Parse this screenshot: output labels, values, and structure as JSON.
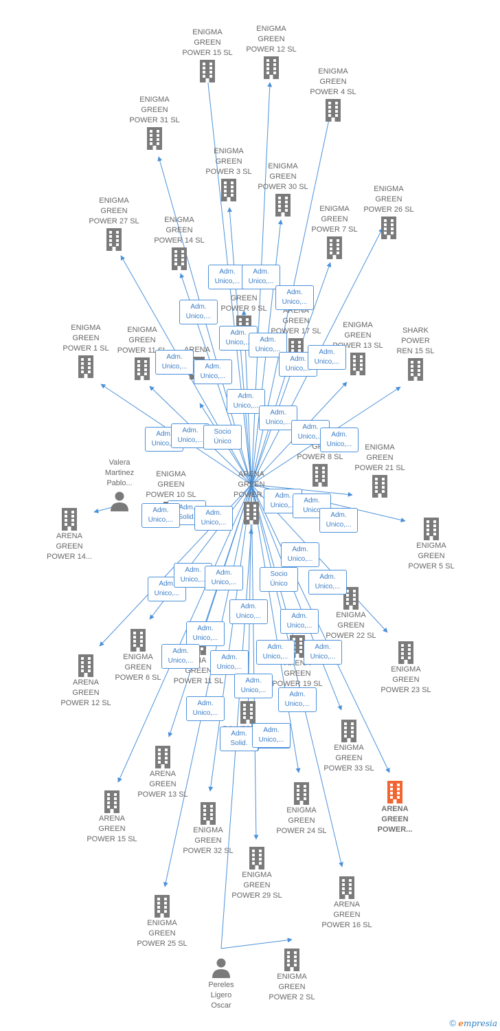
{
  "colors": {
    "edge": "#4a90d9",
    "building": "#7a7a7a",
    "building_highlight": "#f26531",
    "person": "#7a7a7a",
    "label": "#666666",
    "role_text": "#3a7cc6"
  },
  "nodes": [
    {
      "id": "ep15",
      "label": "ENIGMA\nGREEN\nPOWER 15  SL",
      "icon": "building-icon"
    },
    {
      "id": "ep12",
      "label": "ENIGMA\nGREEN\nPOWER 12  SL",
      "icon": "building-icon"
    },
    {
      "id": "ep4",
      "label": "ENIGMA\nGREEN\nPOWER 4  SL",
      "icon": "building-icon"
    },
    {
      "id": "ep31",
      "label": "ENIGMA\nGREEN\nPOWER 31  SL",
      "icon": "building-icon"
    },
    {
      "id": "ep3",
      "label": "ENIGMA\nGREEN\nPOWER 3  SL",
      "icon": "building-icon"
    },
    {
      "id": "ep30",
      "label": "ENIGMA\nGREEN\nPOWER 30  SL",
      "icon": "building-icon"
    },
    {
      "id": "ep26",
      "label": "ENIGMA\nGREEN\nPOWER 26  SL",
      "icon": "building-icon"
    },
    {
      "id": "ep27",
      "label": "ENIGMA\nGREEN\nPOWER 27  SL",
      "icon": "building-icon"
    },
    {
      "id": "ep14",
      "label": "ENIGMA\nGREEN\nPOWER 14  SL",
      "icon": "building-icon"
    },
    {
      "id": "ep7",
      "label": "ENIGMA\nGREEN\nPOWER 7  SL",
      "icon": "building-icon"
    },
    {
      "id": "ag9",
      "label": "GREEN\nPOWER 9  SL",
      "icon": "building-icon"
    },
    {
      "id": "ag17",
      "label": "ARENA\nGREEN\nPOWER 17  SL",
      "icon": "building-icon"
    },
    {
      "id": "ep1",
      "label": "ENIGMA\nGREEN\nPOWER 1  SL",
      "icon": "building-icon"
    },
    {
      "id": "ep11",
      "label": "ENIGMA\nGREEN\nPOWER 11  SL",
      "icon": "building-icon"
    },
    {
      "id": "ag_u1",
      "label": "ARENA",
      "icon": "building-icon"
    },
    {
      "id": "ep13",
      "label": "ENIGMA\nGREEN\nPOWER 13  SL",
      "icon": "building-icon"
    },
    {
      "id": "shark",
      "label": "SHARK\nPOWER\nREN 15  SL",
      "icon": "building-icon"
    },
    {
      "id": "ep8",
      "label": "GRE\nPOWER 8  SL",
      "icon": "building-icon"
    },
    {
      "id": "ep21",
      "label": "ENIGMA\nGREEN\nPOWER 21  SL",
      "icon": "building-icon"
    },
    {
      "id": "valera",
      "label": "Valera\nMartinez\nPablo...",
      "icon": "person-icon"
    },
    {
      "id": "ep10",
      "label": "ENIGMA\nGREEN\nPOWER 10  SL",
      "icon": "building-icon"
    },
    {
      "id": "center",
      "label": "ARENA\nGREEN\nPOWER  S",
      "icon": "building-icon"
    },
    {
      "id": "ag14",
      "label": "ARENA\nGREEN\nPOWER 14...",
      "icon": "building-icon"
    },
    {
      "id": "ep5",
      "label": "ENIGMA\nGREEN\nPOWER 5  SL",
      "icon": "building-icon"
    },
    {
      "id": "ep22",
      "label": "ENIGMA\nGREEN\nPOWER 22  SL",
      "icon": "building-icon"
    },
    {
      "id": "ep6",
      "label": "ENIGMA\nGREEN\nPOWER 6  SL",
      "icon": "building-icon"
    },
    {
      "id": "ag12",
      "label": "ARENA\nGREEN\nPOWER 12  SL",
      "icon": "building-icon"
    },
    {
      "id": "ep23",
      "label": "ENIGMA\nGREEN\nPOWER 23  SL",
      "icon": "building-icon"
    },
    {
      "id": "ag11",
      "label": "ENA\nGREEN\nPOWER 11  SL",
      "icon": "building-icon"
    },
    {
      "id": "ag19",
      "label": "ARENA\nGREEN\nPOWER 19  SL",
      "icon": "building-icon"
    },
    {
      "id": "ep28",
      "label": "POWER 28  SL",
      "icon": "building-icon"
    },
    {
      "id": "ep33",
      "label": "ENIGMA\nGREEN\nPOWER 33  SL",
      "icon": "building-icon"
    },
    {
      "id": "ag13",
      "label": "ARENA\nGREEN\nPOWER 13  SL",
      "icon": "building-icon"
    },
    {
      "id": "ag15",
      "label": "ARENA\nGREEN\nPOWER 15  SL",
      "icon": "building-icon"
    },
    {
      "id": "ep24",
      "label": "ENIGMA\nGREEN\nPOWER 24  SL",
      "icon": "building-icon"
    },
    {
      "id": "main",
      "label": "ARENA\nGREEN\nPOWER...",
      "icon": "building-icon",
      "highlight": true
    },
    {
      "id": "ep32",
      "label": "ENIGMA\nGREEN\nPOWER 32  SL",
      "icon": "building-icon"
    },
    {
      "id": "ep29",
      "label": "ENIGMA\nGREEN\nPOWER 29  SL",
      "icon": "building-icon"
    },
    {
      "id": "ag16",
      "label": "ARENA\nGREEN\nPOWER 16  SL",
      "icon": "building-icon"
    },
    {
      "id": "ep25",
      "label": "ENIGMA\nGREEN\nPOWER 25  SL",
      "icon": "building-icon"
    },
    {
      "id": "pereles",
      "label": "Pereles\nLigero\nOscar",
      "icon": "person-icon"
    },
    {
      "id": "ep2",
      "label": "ENIGMA\nGREEN\nPOWER 2  SL",
      "icon": "building-icon"
    }
  ],
  "roles": [
    "Adm.\nUnico,...",
    "Adm.\nUnico,...",
    "Adm.\nUnico,...",
    "Adm.\nUnico,...",
    "Adm.\nUnico,...",
    "Adm.\nUnico,...",
    "Adm.\nUnico,...",
    "Adm.\nUnico,...",
    "Adm.\nUnico,...",
    "Adm.\nUnico,...",
    "Adm.\nUnico,...",
    "Adm.\nUnico,...",
    "Adm.\nUnico,...",
    "Adm.\nUnico,...",
    "Adm.\nUnico,...",
    "Adm.\nUnico,...",
    "Adm.\nSolid.",
    "Socio\nÚnico",
    "Adm.\nUnico,...",
    "Adm.\nUnico,...",
    "Adm.\nUnico,...",
    "Adm.\nUnico",
    "Adm.\nUnico,...",
    "Adm.\nUnico,...",
    "Adm.\nUnico,...",
    "Adm.\nUnico,...",
    "Adm.\nUnico,...",
    "Adm.\nUnico,...",
    "Adm.\nUnico,...",
    "Socio\nÚnico",
    "Adm.\nUnico,...",
    "Adm.\nUnico,...",
    "Adm.\nUnico,...",
    "Adm.\nUnico,...",
    "Adm.\nUnico,...",
    "Adm.\nUnico,...",
    "Adm.\nUnico,...",
    "Adm.\nUnico,...",
    "Adm.\nUnico,...",
    "Adm.\nUnico,...",
    "Adm.\nUnico,...",
    "Adm.\nUnico,...",
    "Adm.\nSolid.",
    "Adm.\nUnico,..."
  ],
  "footer": {
    "copyright": "©",
    "brand_first": "e",
    "brand_rest": "mpresia"
  }
}
